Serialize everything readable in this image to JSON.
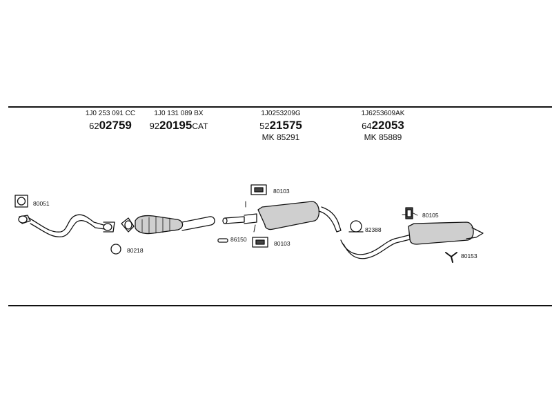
{
  "parts": [
    {
      "oem": "1J0 253 091 CC",
      "art_prefix": "62",
      "art_main": "02759",
      "art_suffix": "",
      "mk": ""
    },
    {
      "oem": "1J0 131 089 BX",
      "art_prefix": "92",
      "art_main": "20195",
      "art_suffix": "CAT",
      "mk": ""
    },
    {
      "oem": "1J0253209G",
      "art_prefix": "52",
      "art_main": "21575",
      "art_suffix": "",
      "mk": "MK  85291"
    },
    {
      "oem": "1J6253609AK",
      "art_prefix": "64",
      "art_main": "22053",
      "art_suffix": "",
      "mk": "MK  85889"
    }
  ],
  "labels": {
    "gasket_front": "80051",
    "ring": "80218",
    "hanger_mid_top": "80103",
    "clamp_mid": "86150",
    "hanger_mid_bottom": "80103",
    "clamp_rear": "82388",
    "hanger_rear": "80105",
    "bracket_rear": "80153"
  }
}
